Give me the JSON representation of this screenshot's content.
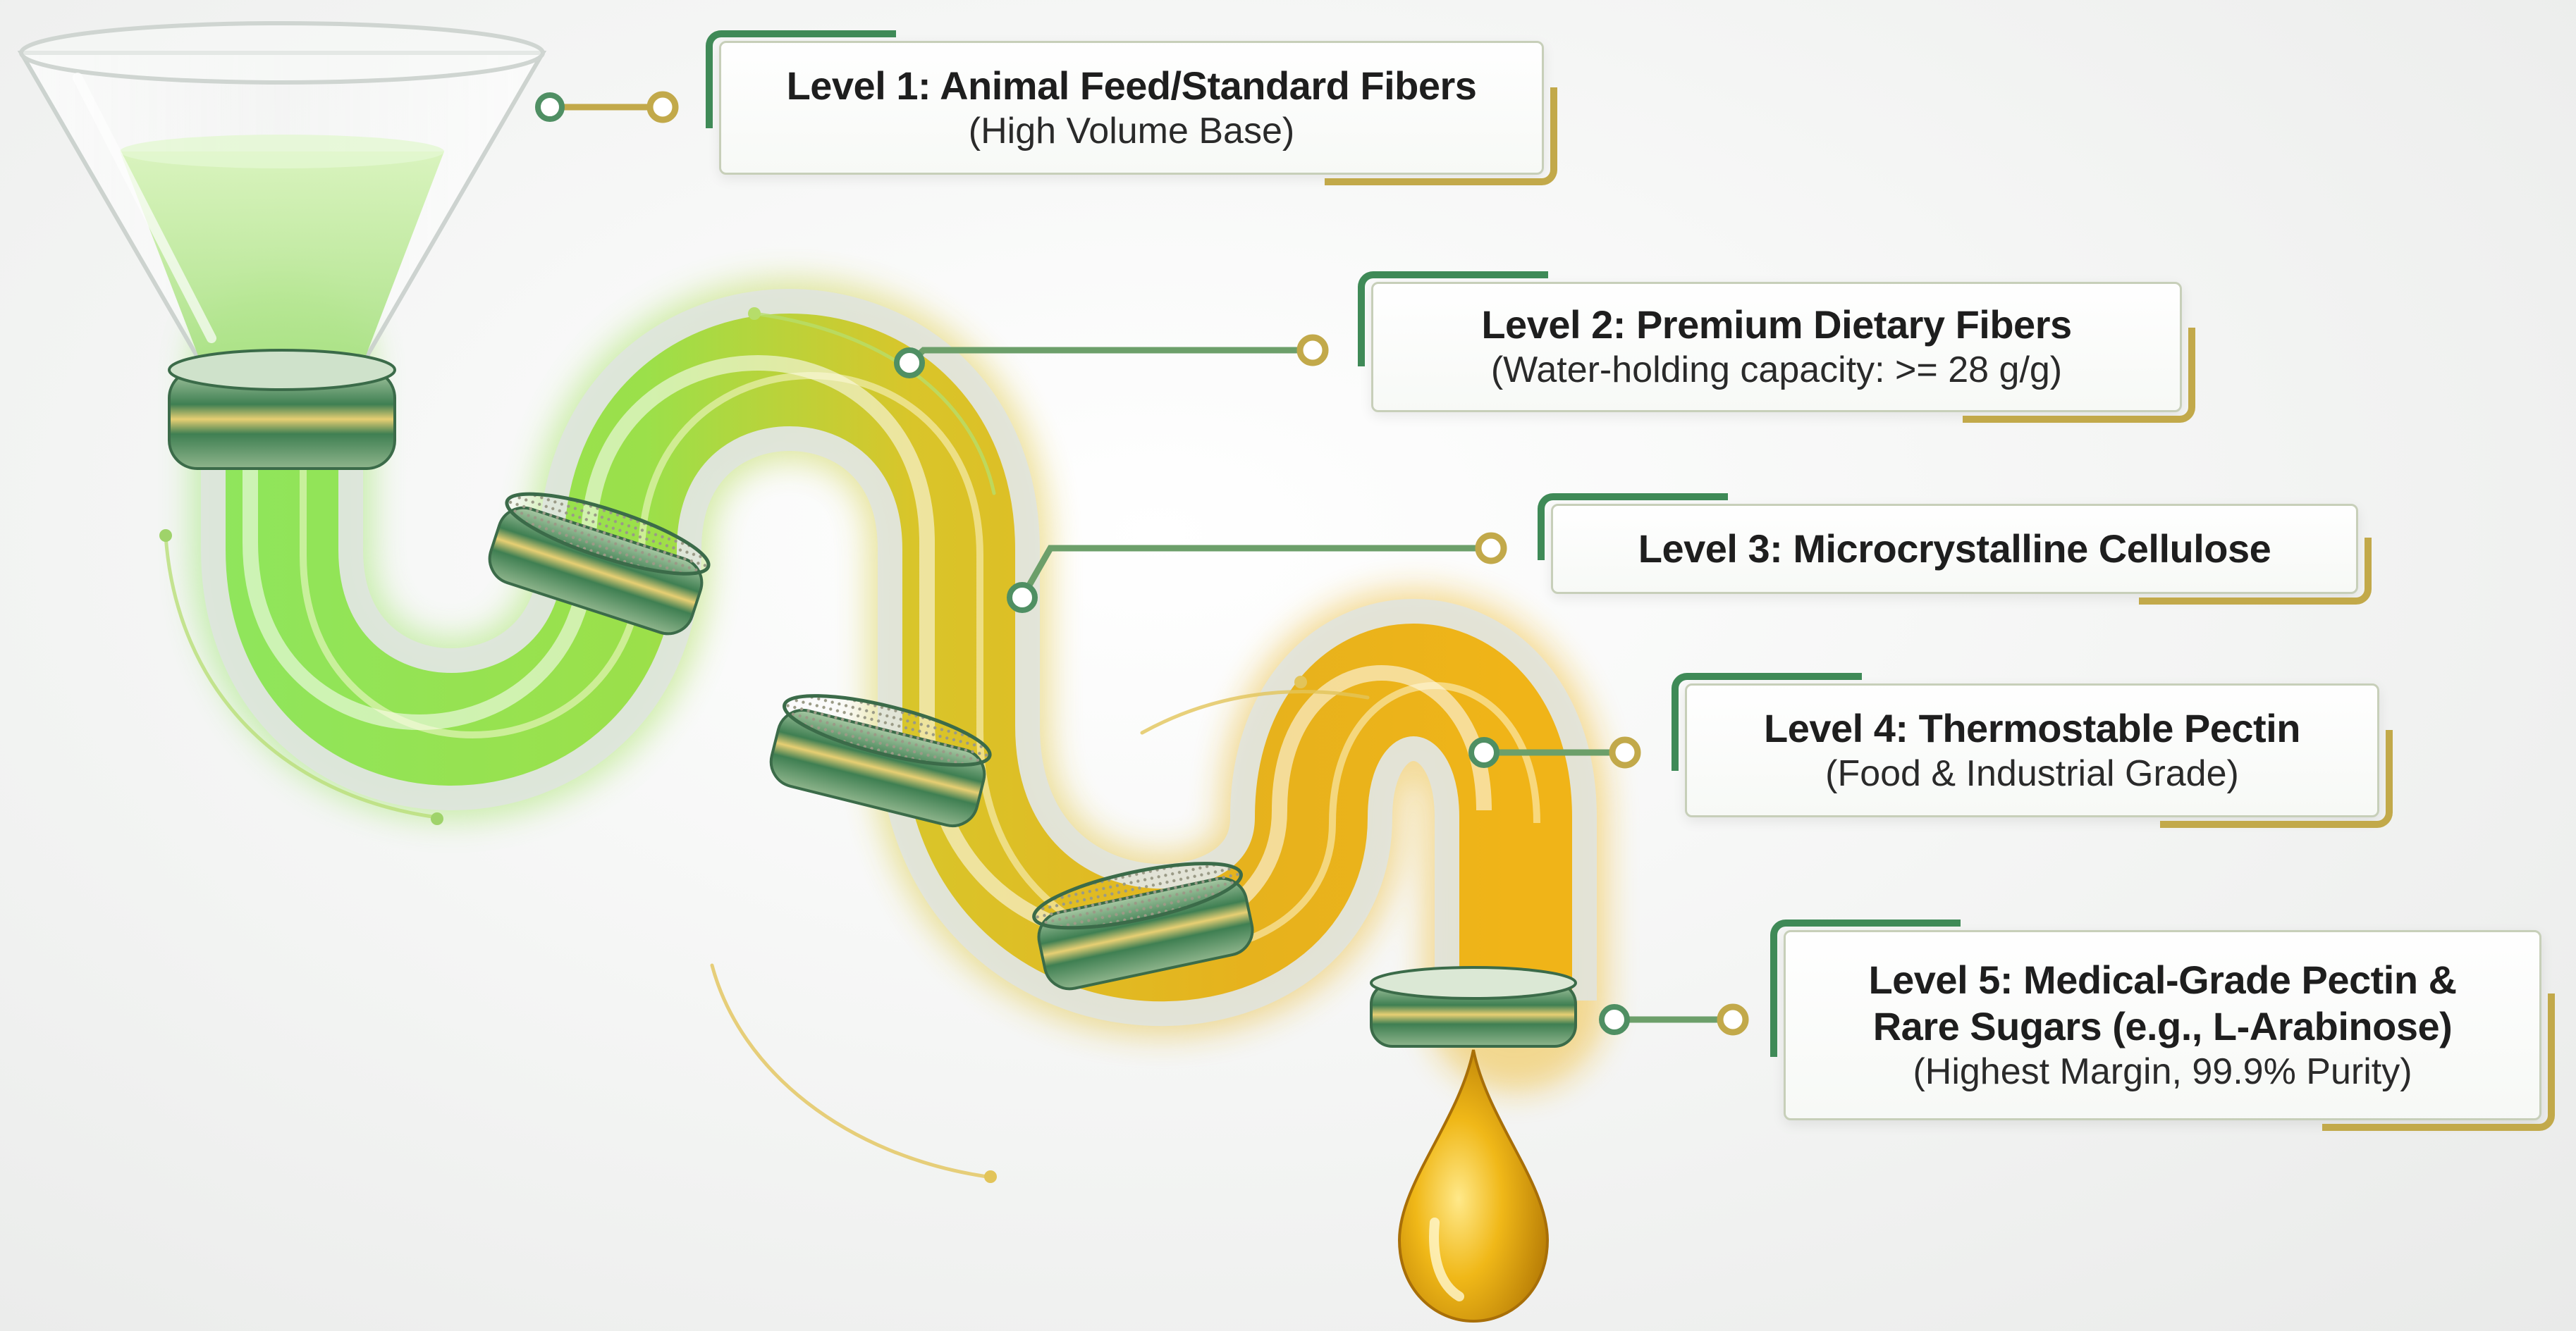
{
  "levels": [
    {
      "title": "Level 1: Animal Feed/Standard Fibers",
      "subtitle": "(High Volume Base)"
    },
    {
      "title": "Level 2: Premium Dietary Fibers",
      "subtitle": "(Water-holding capacity: >= 28 g/g)"
    },
    {
      "title": "Level 3: Microcrystalline Cellulose",
      "subtitle": ""
    },
    {
      "title": "Level 4: Thermostable Pectin",
      "subtitle": "(Food & Industrial Grade)"
    },
    {
      "title_line1": "Level 5: Medical-Grade Pectin &",
      "title_line2": "Rare Sugars (e.g., L-Arabinose)",
      "subtitle": "(Highest Margin, 99.9% Purity)"
    }
  ],
  "colors": {
    "green_liquid": "#7ed957",
    "gold_liquid": "#e0b321",
    "frame_green": "#3f8a57",
    "frame_gold": "#c2a94a",
    "ring_green": "#5f9e72"
  }
}
